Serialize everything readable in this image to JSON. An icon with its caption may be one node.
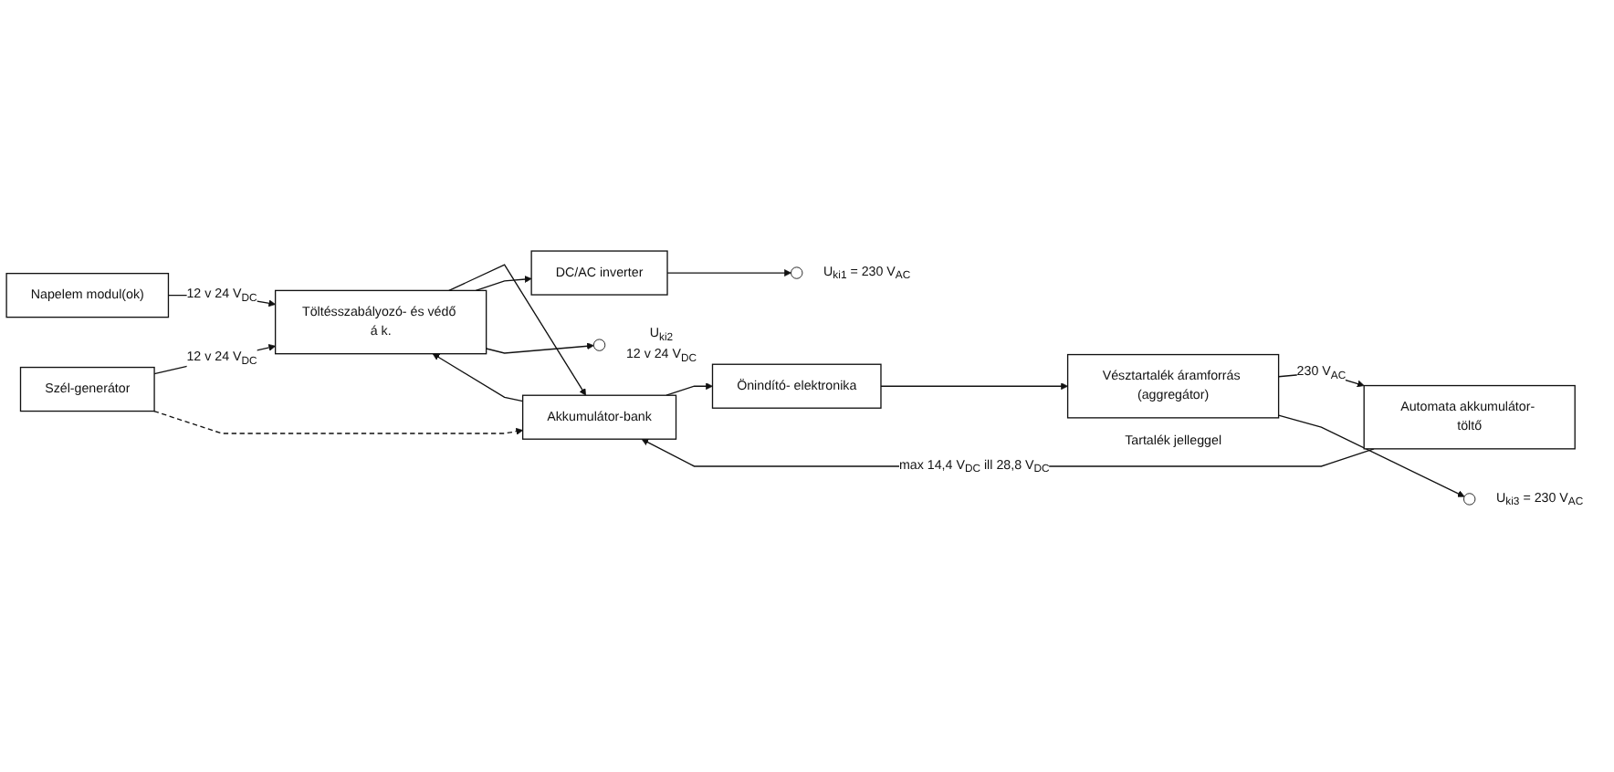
{
  "diagram": {
    "nodes": [
      {
        "text": [
          "Napelem modul(ok)"
        ]
      },
      {
        "text": [
          "Töltésszabályozó- és védő á k."
        ]
      },
      {
        "text": [
          "DC/AC inverter"
        ]
      },
      {
        "text": [
          "Szél-generátor"
        ]
      },
      {
        "text": [
          "Akkumulátor-bank"
        ]
      },
      {
        "text": [
          "Önindító- elektronika"
        ]
      },
      {
        "text": [
          "Vésztartalék áramforrás (aggregátor)"
        ],
        "beside": [
          "Tartalék jelleggel"
        ]
      },
      {
        "text": [
          "Automata akkumulátor- töltő"
        ]
      },
      {
        "text": [],
        "shape": "circle",
        "beside": [
          "U$_{ki1}$ = 230 V$_{AC}$"
        ]
      },
      {
        "text": [],
        "shape": "circle",
        "beside": [
          "U$_{ki2}$",
          "12 v 24 V$_{DC}$"
        ]
      },
      {
        "text": [],
        "shape": "circle",
        "beside": [
          "U$_{ki3}$ = 230 V$_{AC}$"
        ]
      }
    ],
    "edges": [
      {
        "from": 0,
        "to": 1,
        "arrow": "to",
        "label": "12 v 24 V$_{DC}$"
      },
      {
        "from": 3,
        "to": 1,
        "arrow": "to",
        "label": "12 v 24 V$_{DC}$"
      },
      {
        "from": 3,
        "to": 4,
        "arrow": "to",
        "style": "dashed"
      },
      {
        "from": 4,
        "to": 5,
        "arrow": "to"
      },
      {
        "from": 1,
        "to": 4,
        "arrow": "to"
      },
      {
        "from": 4,
        "to": 1,
        "arrow": "to"
      },
      {
        "from": 7,
        "to": 4,
        "arrow": "to",
        "label": "max 14,4 V$_{DC}$ ill 28,8 V$_{DC}$"
      },
      {
        "from": 1,
        "to": 2,
        "arrow": "to"
      },
      {
        "from": 2,
        "to": 8,
        "arrow": "to"
      },
      {
        "from": 1,
        "to": 9,
        "arrow": "to"
      },
      {
        "from": 5,
        "to": 6,
        "arrow": "to"
      },
      {
        "from": 6,
        "to": 7,
        "arrow": "to",
        "label": "230 V$_{AC}$"
      },
      {
        "from": 6,
        "to": 10,
        "arrow": "to"
      }
    ]
  }
}
